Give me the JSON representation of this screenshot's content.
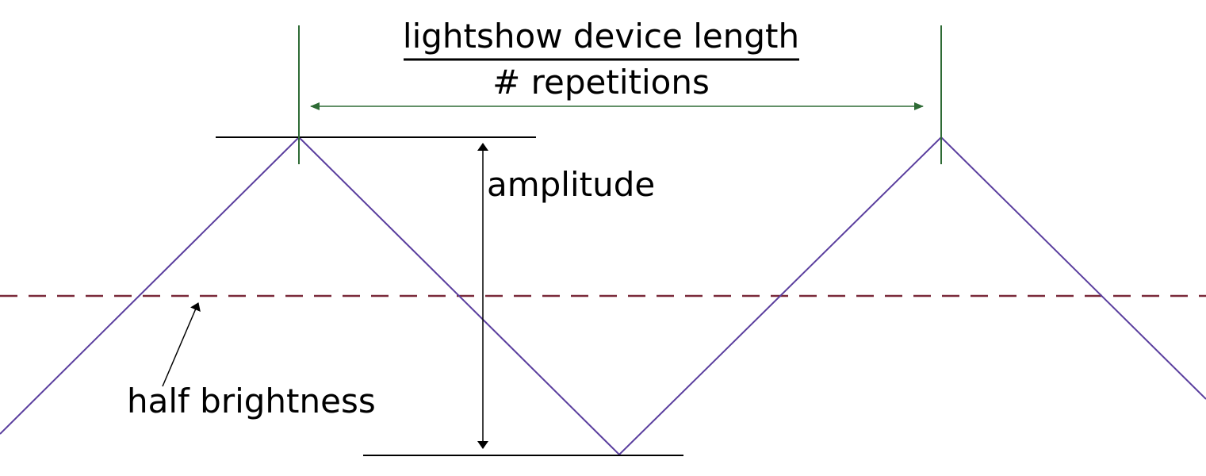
{
  "labels": {
    "numerator": "lightshow device length",
    "denominator": "# repetitions",
    "amplitude": "amplitude",
    "half_brightness": "half brightness"
  },
  "colors": {
    "wave": "#5a3e9e",
    "period_marker": "#2e6b35",
    "half_brightness_line": "#7a2a3a",
    "annotation": "#000000"
  }
}
